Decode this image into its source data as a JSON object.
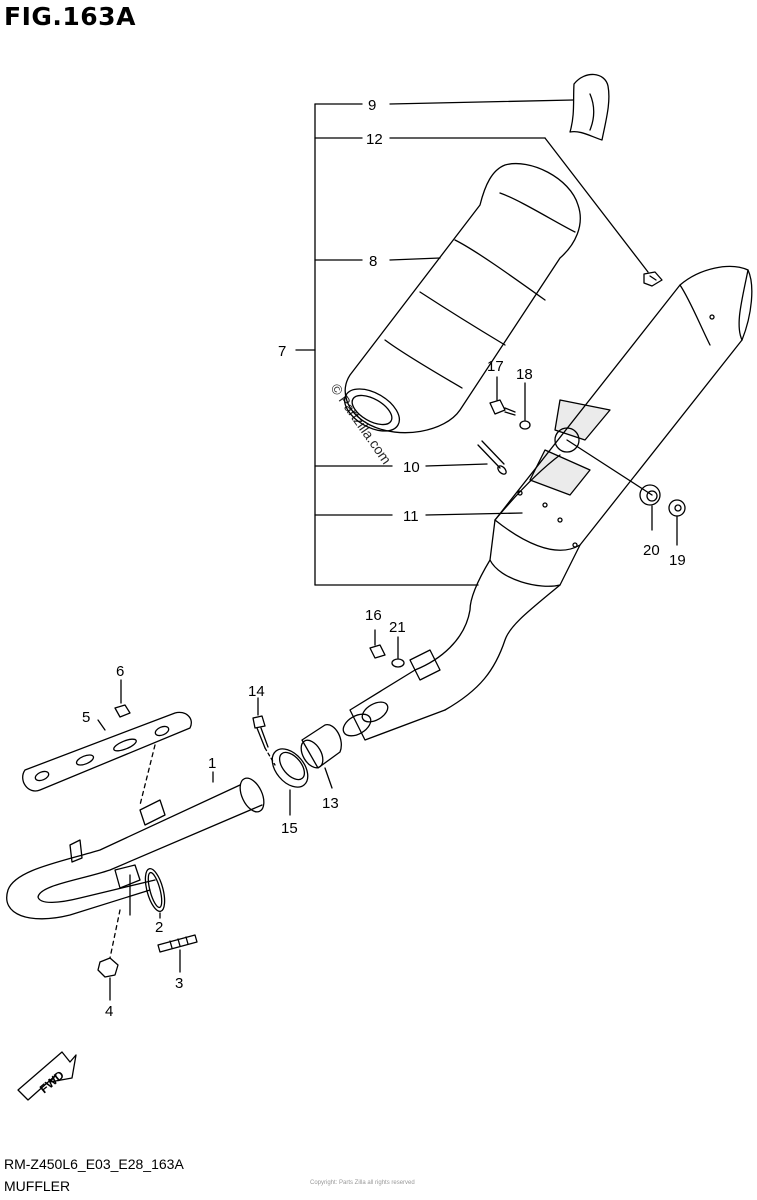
{
  "figure": {
    "title": "FIG.163A",
    "model_code": "RM-Z450L6_E03_E28_163A",
    "caption": "MUFFLER",
    "watermark": "© Partzilla.com",
    "footer_note": "Copyright: Parts Zilla all rights reserved"
  },
  "colors": {
    "line": "#000000",
    "background": "#ffffff",
    "shade": "#d9d9d9"
  },
  "fwd_label": "FWD",
  "callouts": [
    {
      "id": "1",
      "label": "1"
    },
    {
      "id": "2",
      "label": "2"
    },
    {
      "id": "3",
      "label": "3"
    },
    {
      "id": "4",
      "label": "4"
    },
    {
      "id": "5",
      "label": "5"
    },
    {
      "id": "6",
      "label": "6"
    },
    {
      "id": "7",
      "label": "7"
    },
    {
      "id": "8",
      "label": "8"
    },
    {
      "id": "9",
      "label": "9"
    },
    {
      "id": "10",
      "label": "10"
    },
    {
      "id": "11",
      "label": "11"
    },
    {
      "id": "12",
      "label": "12"
    },
    {
      "id": "13",
      "label": "13"
    },
    {
      "id": "14",
      "label": "14"
    },
    {
      "id": "15",
      "label": "15"
    },
    {
      "id": "16",
      "label": "16"
    },
    {
      "id": "17",
      "label": "17"
    },
    {
      "id": "18",
      "label": "18"
    },
    {
      "id": "19",
      "label": "19"
    },
    {
      "id": "20",
      "label": "20"
    },
    {
      "id": "21",
      "label": "21"
    }
  ]
}
